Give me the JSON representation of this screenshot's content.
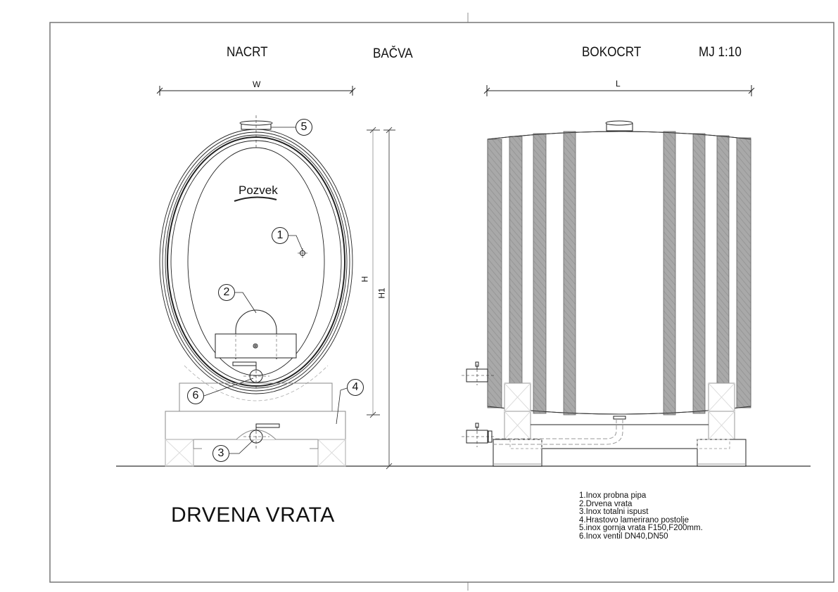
{
  "drawing": {
    "header": {
      "front_view_title": "NACRT",
      "object_title": "BAČVA",
      "side_view_title": "BOKOCRT",
      "scale": "MJ 1:10"
    },
    "dimensions": {
      "width_label": "W",
      "length_label": "L",
      "height_label": "H",
      "total_height_label": "H1"
    },
    "brand_mark": "Pozvek",
    "callouts": [
      "1",
      "2",
      "3",
      "4",
      "5",
      "6"
    ],
    "door_type_caption": "DRVENA VRATA",
    "legend": [
      "1.Inox probna pipa",
      "2.Drvena vrata",
      "3.Inox totalni ispust",
      "4.Hrastovo lamerirano postolje",
      "5.inox gornja vrata F150,F200mm.",
      "6.Inox ventil DN40,DN50"
    ],
    "colors": {
      "line": "#222222",
      "stave": "#a8a8a8",
      "stave_dark": "#8e8e8e",
      "frame": "#777777",
      "hidden": "#aaaaaa"
    }
  }
}
